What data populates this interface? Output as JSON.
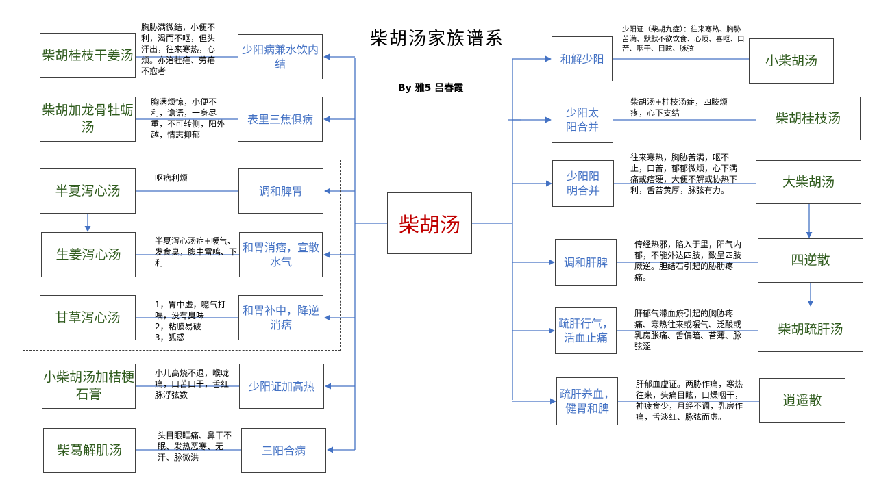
{
  "title": "柴胡汤家族谱系",
  "author": "By 雅5 吕春霞",
  "center": "柴胡汤",
  "colors": {
    "formula": "#2e5a1c",
    "method": "#4472c4",
    "center": "#c00000",
    "line": "#4472c4"
  },
  "left": [
    {
      "formula": "柴胡桂枝干姜汤",
      "method": "少阳病兼水饮内结",
      "note": "胸胁满微结，小便不利，渴而不呕，但头汗出，往来寒热，心烦。亦治牡疟、劳疟不愈者"
    },
    {
      "formula": "柴胡加龙骨牡蛎汤",
      "method": "表里三焦俱病",
      "note": "胸满烦惊，小便不利，谵语，一身尽重，不可转侧，阳外越，情志抑郁"
    },
    {
      "formula": "半夏泻心汤",
      "method": "调和脾胃",
      "note": "呕痞利烦"
    },
    {
      "formula": "生姜泻心汤",
      "method": "和胃消痞，宣散水气",
      "note": "半夏泻心汤症+嗳气、发食臭，腹中雷鸣、下利"
    },
    {
      "formula": "甘草泻心汤",
      "method": "和胃补中，降逆消痞",
      "note": "1，胃中虚，噫气打嗝，没有臭味\n2，粘膜易破\n3，狐惑"
    },
    {
      "formula": "小柴胡汤加桔梗石膏",
      "method": "少阳证加高热",
      "note": "小儿高烧不退，喉咙痛，口苦口干，舌红脉浮弦数"
    },
    {
      "formula": "柴葛解肌汤",
      "method": "三阳合病",
      "note": "头目眼眶痛、鼻干不眠、发热恶寒、无汗、脉微洪"
    }
  ],
  "right": [
    {
      "method": "和解少阳",
      "formula": "小柴胡汤",
      "note": "少阳证（柴胡九症）：往来寒热、胸胁苦满、默默不欲饮食、心烦、喜呕、口苦、咽干、目眩、脉弦"
    },
    {
      "method": "少阳太阳合并",
      "formula": "柴胡桂枝汤",
      "note": "柴胡汤+桂枝汤症，四肢烦疼，心下支结"
    },
    {
      "method": "少阳阳明合并",
      "formula": "大柴胡汤",
      "note": "往来寒热，胸胁苦满，呕不止，口苦，郁郁微烦，心下满痛或痞硬，大便不解或协热下利，舌苔黄厚，脉弦有力。"
    },
    {
      "method": "调和肝脾",
      "formula": "四逆散",
      "note": "传经热邪，陷入于里，阳气内郁，不能外达四肢，致呈四肢厥逆。胆结石引起的胁肋疼痛。"
    },
    {
      "method": "疏肝行气，活血止痛",
      "formula": "柴胡疏肝汤",
      "note": "肝郁气滞血瘀引起的胸胁疼痛、寒热往来或嗳气、泛酸或乳房胀痛、舌偏暗、苔薄、脉弦涩"
    },
    {
      "method": "疏肝养血，健胃和脾",
      "formula": "逍遥散",
      "note": "肝郁血虚证。两胁作痛，寒热往来，头痛目眩，口燥咽干，神疲食少，月经不调，乳房作痛，舌淡红、脉弦而虚。"
    }
  ]
}
